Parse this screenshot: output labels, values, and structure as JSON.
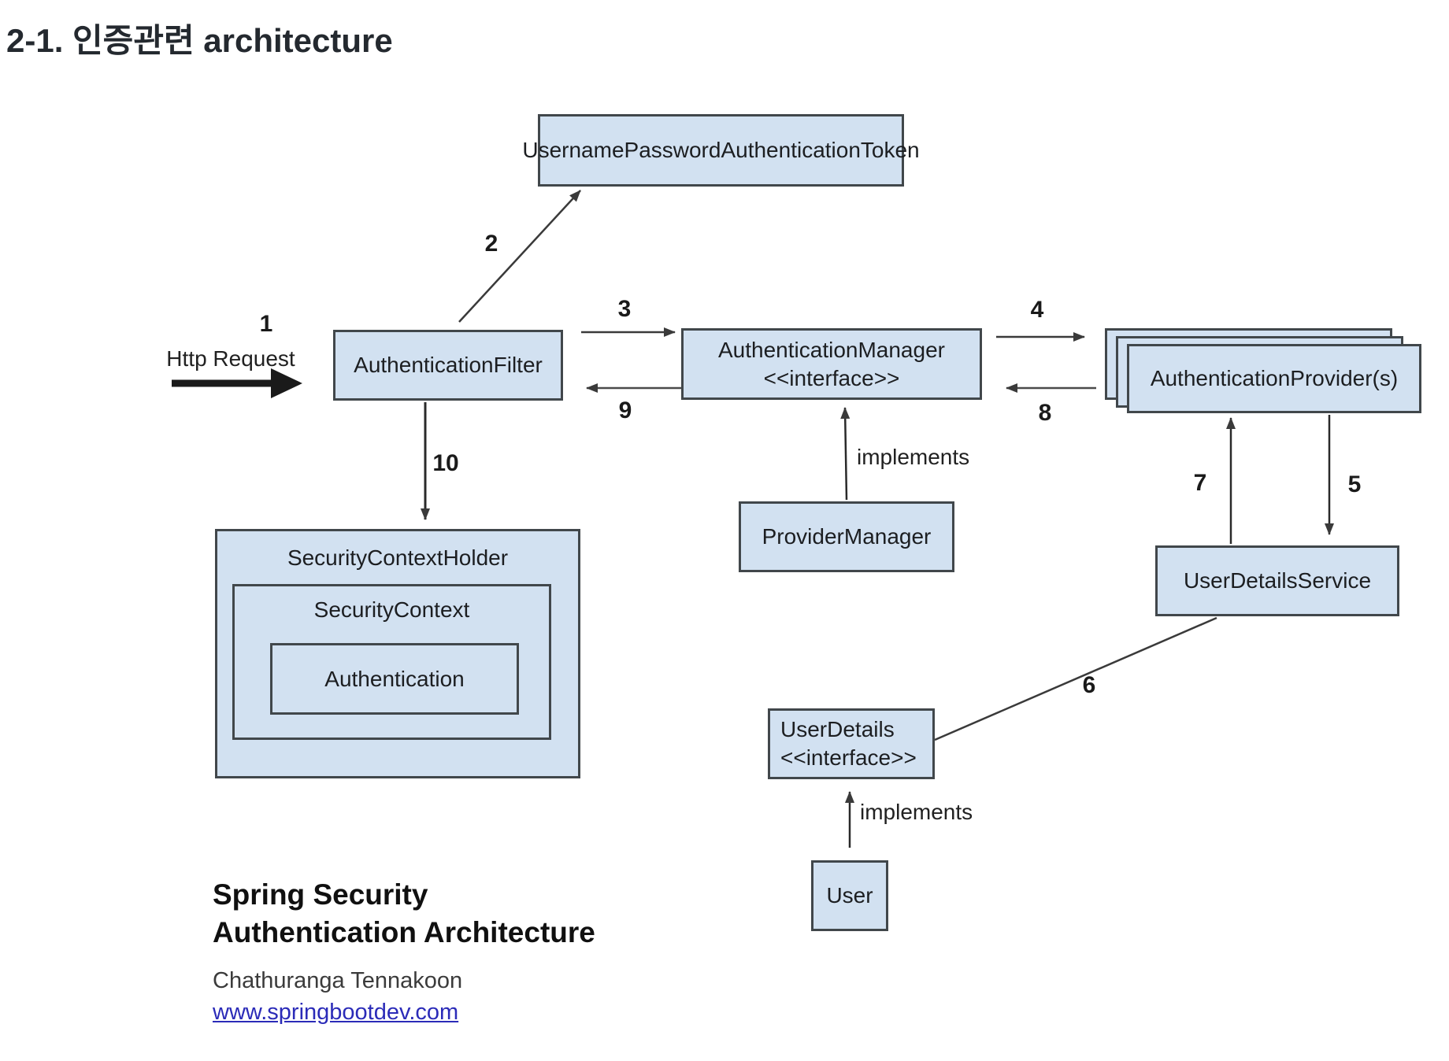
{
  "page": {
    "title": "2-1. 인증관련 architecture"
  },
  "colors": {
    "box_fill": "#d2e1f1",
    "box_border": "#41474b",
    "line": "#3a3a3a",
    "link_blue": "#2b2bb8",
    "title_text": "#24292f"
  },
  "boxes": {
    "token": {
      "label": "UsernamePasswordAuthenticationToken"
    },
    "filter": {
      "label": "AuthenticationFilter"
    },
    "manager": {
      "label": "AuthenticationManager",
      "stereotype": "<<interface>>"
    },
    "providers": {
      "label": "AuthenticationProvider(s)"
    },
    "provider_manager": {
      "label": "ProviderManager"
    },
    "user_details_service": {
      "label": "UserDetailsService"
    },
    "security_context_holder": {
      "label": "SecurityContextHolder"
    },
    "security_context": {
      "label": "SecurityContext"
    },
    "authentication": {
      "label": "Authentication"
    },
    "user_details": {
      "label": "UserDetails",
      "stereotype": "<<interface>>"
    },
    "user": {
      "label": "User"
    }
  },
  "annotations": {
    "http_request": "Http Request",
    "implements_provider_manager": "implements",
    "implements_user": "implements"
  },
  "steps": {
    "s1": "1",
    "s2": "2",
    "s3": "3",
    "s4": "4",
    "s5": "5",
    "s6": "6",
    "s7": "7",
    "s8": "8",
    "s9": "9",
    "s10": "10"
  },
  "credits": {
    "heading_line1": "Spring Security",
    "heading_line2": "Authentication Architecture",
    "author": "Chathuranga Tennakoon",
    "website": "www.springbootdev.com"
  }
}
